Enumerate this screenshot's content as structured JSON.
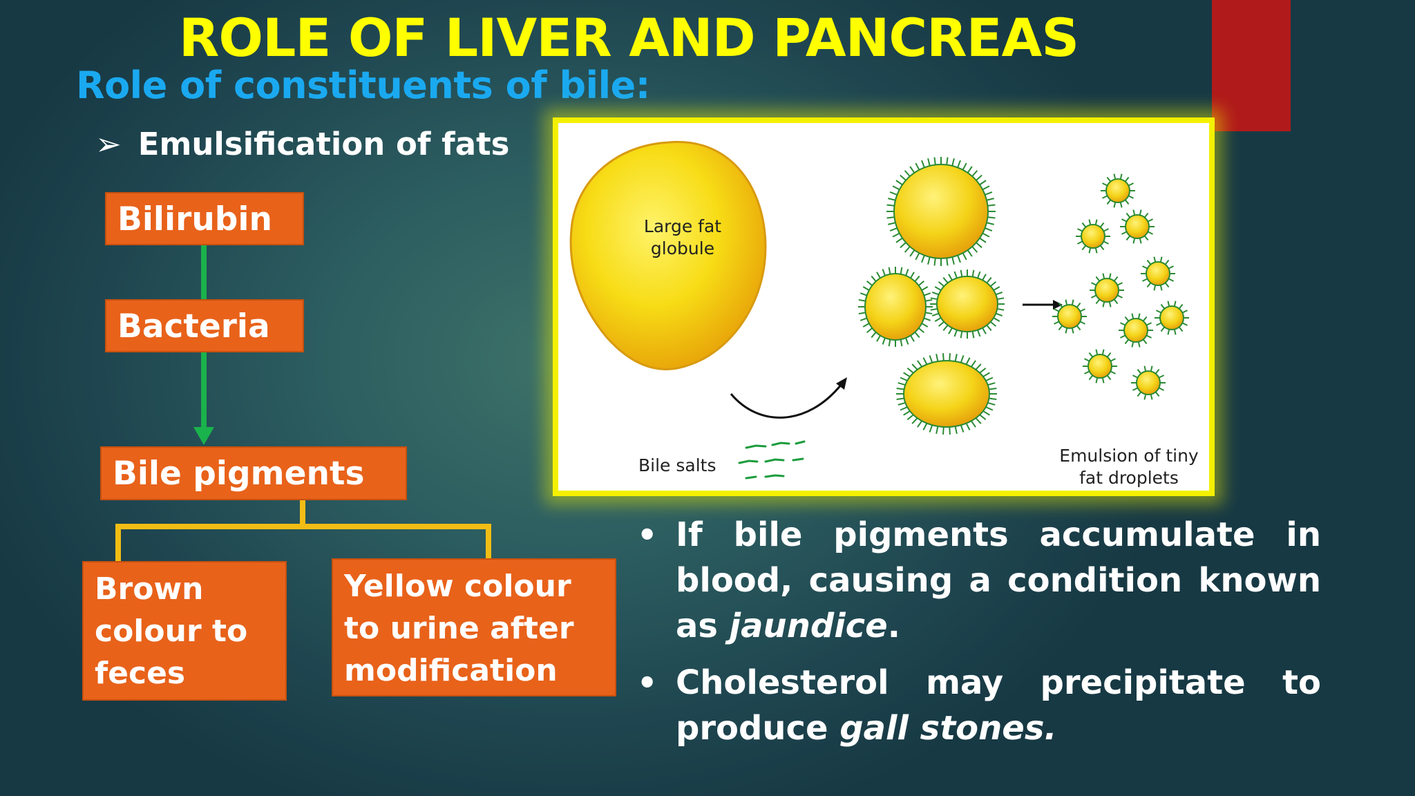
{
  "slide": {
    "title": "ROLE OF LIVER AND PANCREAS",
    "subtitle": "Role of constituents of bile:",
    "bullet_emulsification": {
      "marker": "➢",
      "text": "Emulsification of fats"
    }
  },
  "flowchart": {
    "box1": "Bilirubin",
    "box2": "Bacteria",
    "box3": "Bile pigments",
    "branch_left": [
      "Brown",
      "colour to",
      "feces"
    ],
    "branch_right": [
      "Yellow colour",
      "to urine after",
      "modification"
    ]
  },
  "diagram": {
    "large_fat_label": [
      "Large fat",
      "globule"
    ],
    "bile_salts_label": "Bile salts",
    "emulsion_label": [
      "Emulsion of tiny",
      "fat droplets"
    ]
  },
  "bullets": [
    {
      "marker": "•",
      "pre": "If bile pigments accumulate in blood, causing a condition known as ",
      "italic": "jaundice",
      "post": "."
    },
    {
      "marker": "•",
      "pre": "Cholesterol may precipitate to produce ",
      "italic": "gall stones.",
      "post": ""
    }
  ],
  "colors": {
    "title": "#ffff00",
    "subtitle": "#1aa9f0",
    "box_fill": "#e8621a",
    "arrow_green": "#1ab24c",
    "branch_yellow": "#f2bd14",
    "frame_yellow": "#f4f000",
    "accent_red": "#b01a1a"
  }
}
